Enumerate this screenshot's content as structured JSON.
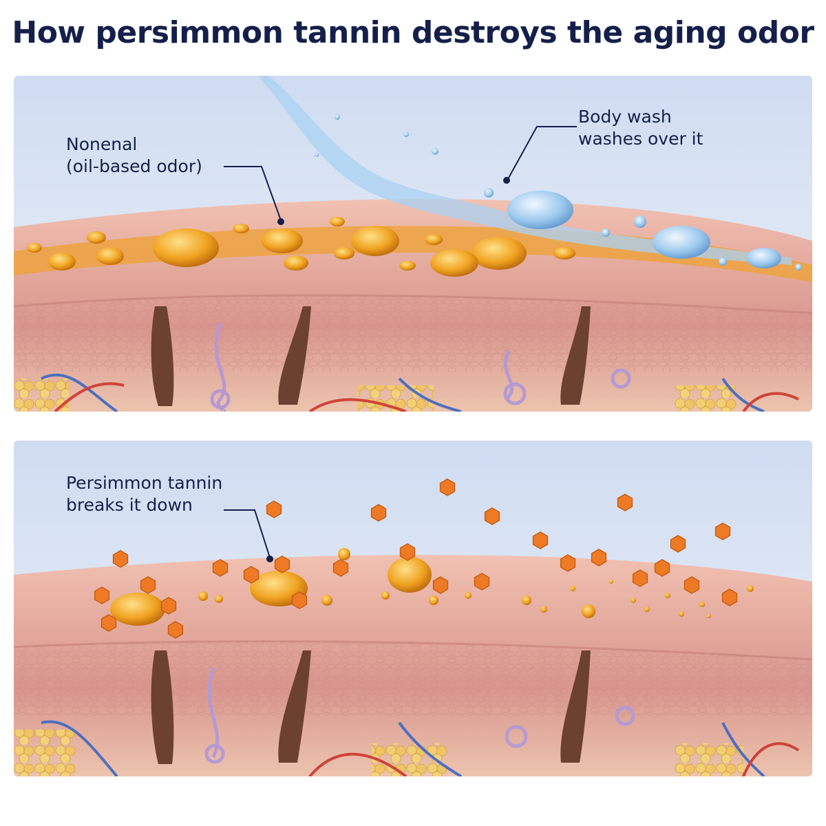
{
  "title": "How persimmon tannin destroys the aging odor",
  "panels": [
    {
      "id": "before",
      "labels": [
        {
          "key": "nonenal",
          "lines": [
            "Nonenal",
            "(oil-based odor)"
          ]
        },
        {
          "key": "bodywash",
          "lines": [
            "Body wash",
            "washes over it"
          ]
        }
      ]
    },
    {
      "id": "after",
      "labels": [
        {
          "key": "tannin",
          "lines": [
            "Persimmon tannin",
            "breaks it down"
          ]
        }
      ]
    }
  ],
  "colors": {
    "title": "#14204a",
    "sky": "#dfe8f5",
    "skin_top": "#ecb7a8",
    "skin_mid": "#d79a91",
    "skin_deep": "#e6bba7",
    "oil": "#f0a321",
    "oil_dark": "#c9760d",
    "water": "#8ec2ec",
    "tannin": "#ee7a25",
    "follicle": "#6d4130",
    "vein": "#4c6fc0",
    "artery": "#d0433a",
    "gland": "#b59ad2",
    "fat": "#f0c86a"
  }
}
